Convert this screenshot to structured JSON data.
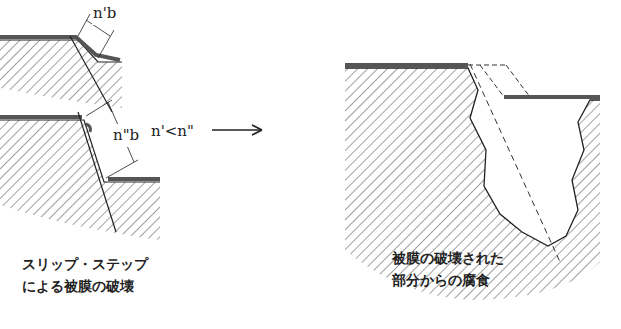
{
  "diagram": {
    "labels": [
      "n'b",
      "n\"b",
      "n'<n\"",
      "スリップ・ステップ による被膜の破壊",
      "被膜の破壊された 部分からの腐食"
    ]
  }
}
